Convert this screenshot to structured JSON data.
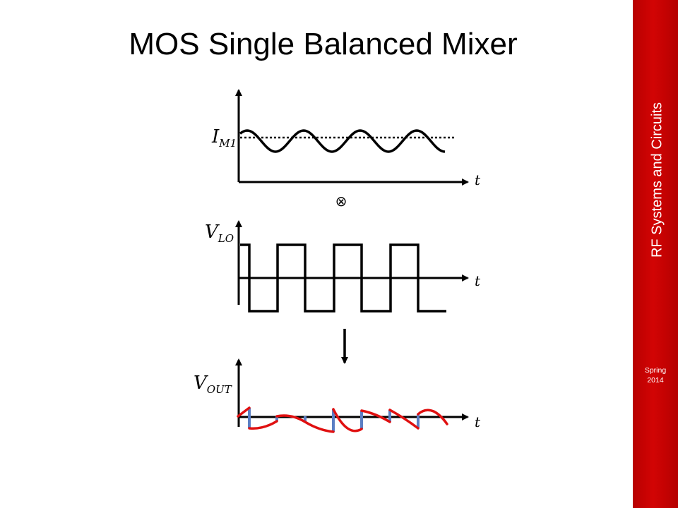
{
  "slide": {
    "title": "MOS Single Balanced Mixer",
    "sidebar_label": "RF Systems and Circuits",
    "badge": {
      "line1": "Spring",
      "line2": "2014"
    }
  },
  "diagram": {
    "graph1": {
      "label_main": "I",
      "label_sub": "M1",
      "time_label": "t"
    },
    "multiply_symbol": "⊗",
    "graph2": {
      "label_main": "V",
      "label_sub": "LO",
      "time_label": "t"
    },
    "graph3": {
      "label_main": "V",
      "label_sub": "OUT",
      "time_label": "t"
    },
    "colors": {
      "signal": "#000000",
      "output": "#e01010",
      "switch": "#5b7fc4",
      "sidebar": "#c00000",
      "badge": "#ffc000"
    }
  }
}
